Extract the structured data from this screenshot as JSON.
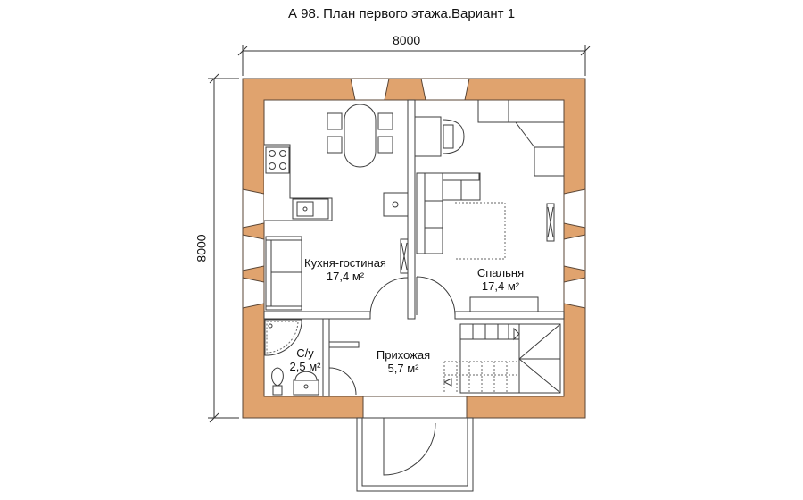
{
  "title": "А 98. План первого этажа.Вариант 1",
  "dimensions": {
    "width": "8000",
    "height": "8000"
  },
  "rooms": [
    {
      "name": "Кухня-гостиная",
      "area": "17,4 м²"
    },
    {
      "name": "Спальня",
      "area": "17,4 м²"
    },
    {
      "name": "С/у",
      "area": "2,5 м²"
    },
    {
      "name": "Прихожая",
      "area": "5,7 м²"
    }
  ],
  "colors": {
    "wall": "#e0a36e",
    "wall_edge": "#5a4636",
    "line": "#3d3d3d",
    "dash": "#666666"
  }
}
